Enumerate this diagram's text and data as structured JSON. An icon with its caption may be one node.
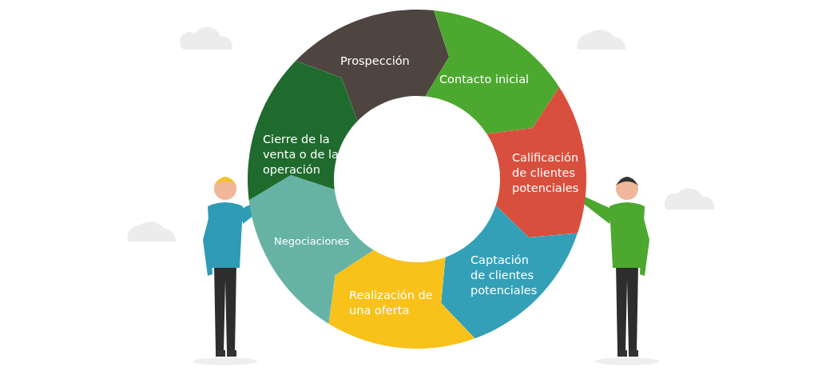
{
  "diagram": {
    "nodes": [
      {
        "text": [
          "Prospección"
        ]
      },
      {
        "text": [
          "Contacto inicial"
        ]
      },
      {
        "text": [
          "Calificación de clientes potenciales"
        ]
      },
      {
        "text": [
          "Captación de clientes potenciales"
        ]
      },
      {
        "text": [
          "Realización de una oferta"
        ]
      },
      {
        "text": [
          "Negociaciones"
        ]
      },
      {
        "text": [
          "Cierre de la venta o de la operación"
        ]
      }
    ]
  }
}
